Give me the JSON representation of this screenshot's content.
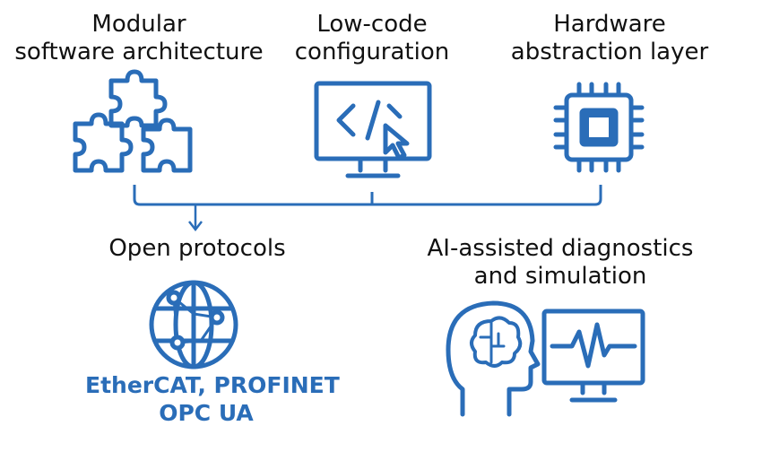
{
  "colors": {
    "accent": "#2a6db8",
    "text": "#111111",
    "background": "#ffffff"
  },
  "features": {
    "modular": {
      "title_line1": "Modular",
      "title_line2": "software architecture",
      "icon": "puzzle-pieces-icon"
    },
    "lowcode": {
      "title_line1": "Low-code",
      "title_line2": "configuration",
      "icon": "code-monitor-icon"
    },
    "hal": {
      "title_line1": "Hardware",
      "title_line2": "abstraction layer",
      "icon": "chip-icon"
    },
    "protocols": {
      "title": "Open protocols",
      "icon": "globe-network-icon",
      "list_line1": "EtherCAT, PROFINET",
      "list_line2": "OPC UA"
    },
    "ai": {
      "title_line1": "AI-assisted diagnostics",
      "title_line2": "and simulation",
      "icons": [
        "brain-head-icon",
        "waveform-monitor-icon"
      ]
    }
  }
}
